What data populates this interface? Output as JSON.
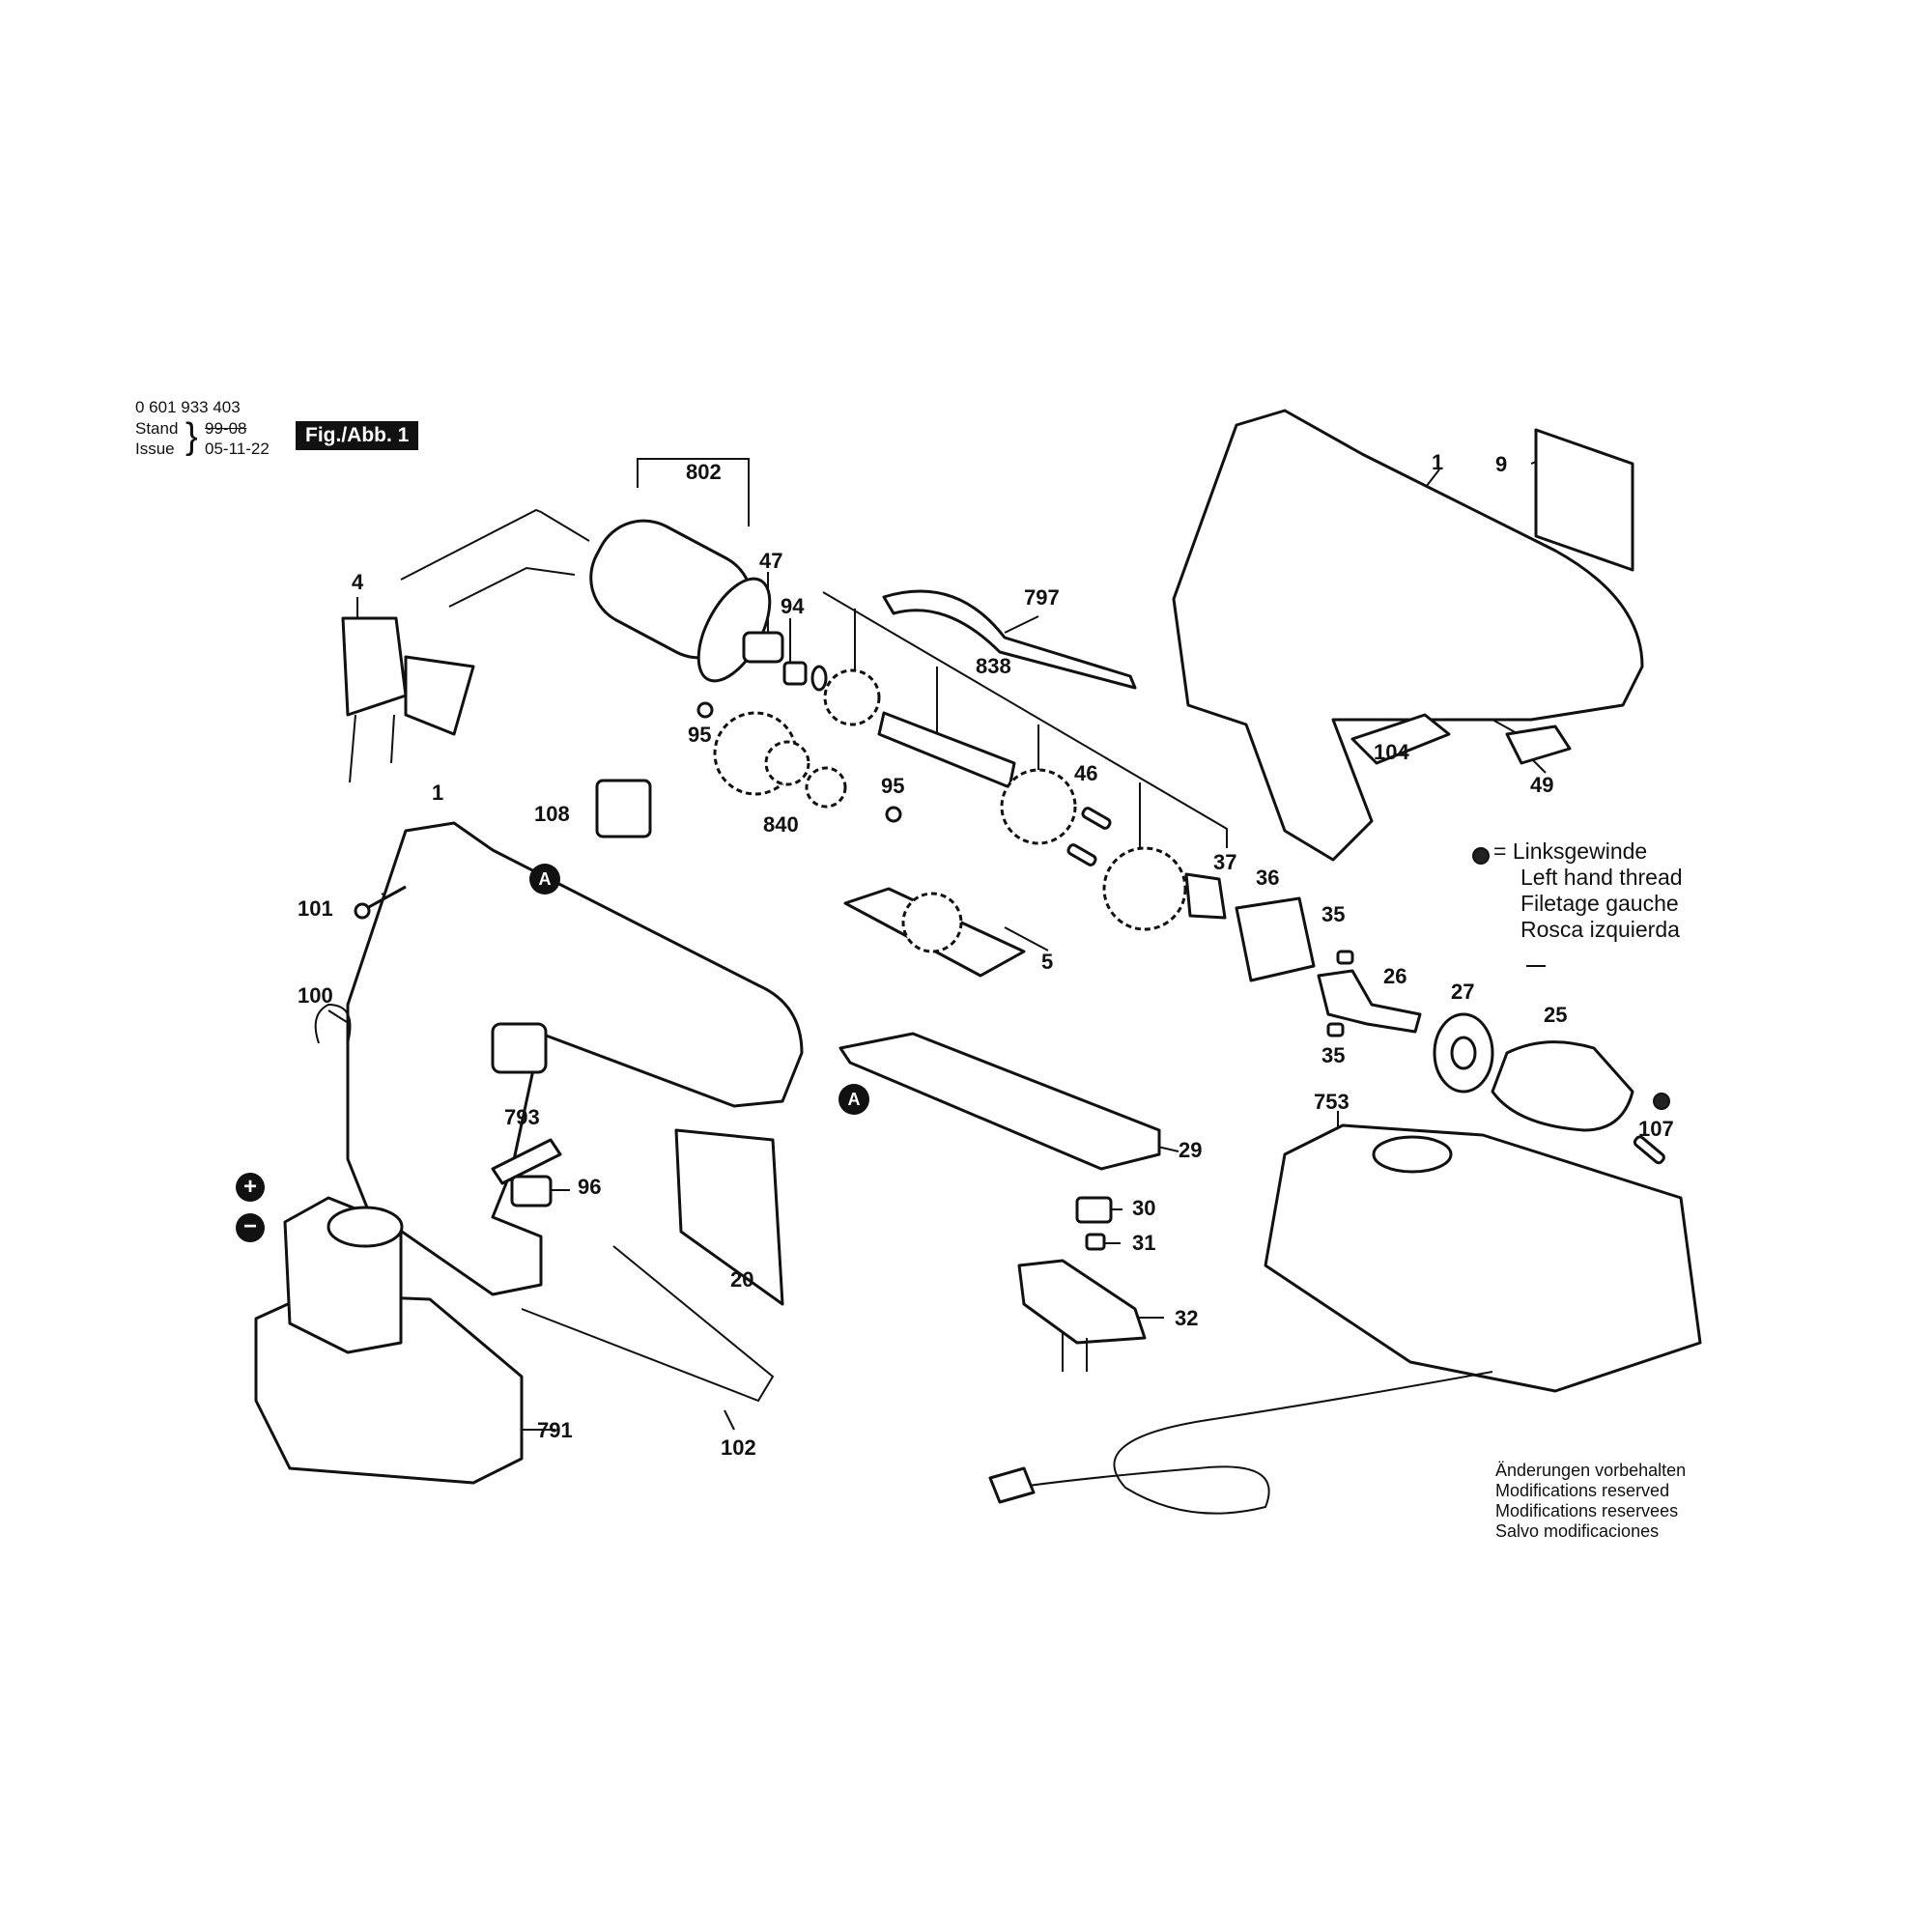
{
  "header": {
    "part_number": "0 601 933 403",
    "stand_label": "Stand",
    "stand_date": "99-08",
    "issue_label": "Issue",
    "issue_date": "05-11-22",
    "figure_label": "Fig./Abb. 1"
  },
  "callouts": {
    "c802": "802",
    "c4": "4",
    "c47": "47",
    "c94": "94",
    "c797": "797",
    "c838": "838",
    "c95a": "95",
    "c95b": "95",
    "c840": "840",
    "c108": "108",
    "c1a": "1",
    "c1b": "1",
    "c9": "9",
    "c104": "104",
    "c49": "49",
    "c46": "46",
    "c37": "37",
    "c36": "36",
    "c35a": "35",
    "c35b": "35",
    "c26": "26",
    "c27": "27",
    "c25": "25",
    "c107": "107",
    "c101": "101",
    "c100": "100",
    "c5": "5",
    "c29": "29",
    "c793": "793",
    "c96": "96",
    "c20": "20",
    "c30": "30",
    "c31": "31",
    "c32": "32",
    "c753": "753",
    "c791": "791",
    "c102": "102",
    "markerA1": "A",
    "markerA2": "A",
    "plus": "+",
    "minus": "−"
  },
  "legend": {
    "lines": [
      "= Linksgewinde",
      "Left hand thread",
      "Filetage gauche",
      "Rosca izquierda"
    ]
  },
  "note": {
    "lines": [
      "Änderungen vorbehalten",
      "Modifications reserved",
      "Modifications reservees",
      "Salvo modificaciones"
    ]
  }
}
